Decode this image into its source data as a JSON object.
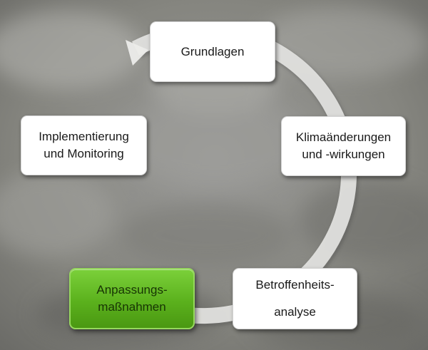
{
  "diagram": {
    "nodes": [
      {
        "id": "grundlagen",
        "lines": [
          "Grundlagen"
        ],
        "highlighted": false
      },
      {
        "id": "klima",
        "lines": [
          "Klimaänderungen",
          "und -wirkungen"
        ],
        "highlighted": false
      },
      {
        "id": "betroffen",
        "lines": [
          "Betroffenheits-",
          "analyse"
        ],
        "highlighted": false
      },
      {
        "id": "anpassung",
        "lines": [
          "Anpassungs-",
          "maßnahmen"
        ],
        "highlighted": true
      },
      {
        "id": "implement",
        "lines": [
          "Implementierung",
          "und Monitoring"
        ],
        "highlighted": false
      }
    ],
    "cycle_direction": "clockwise",
    "colors": {
      "background": "#8e8e8c",
      "ring": "#e6e6e4",
      "node_fill": "#ffffff",
      "highlight_fill": "#6cc22b",
      "highlight_text": "#173404",
      "text": "#1a1a1a"
    }
  }
}
